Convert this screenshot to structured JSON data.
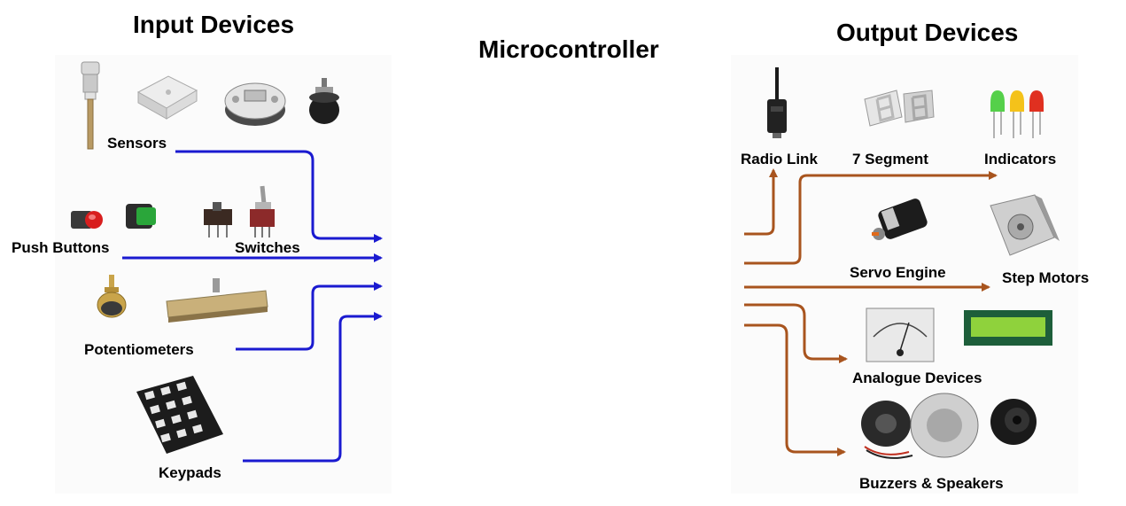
{
  "titles": {
    "input": "Input Devices",
    "micro": "Microcontroller",
    "output": "Output Devices"
  },
  "inputs": {
    "sensors": "Sensors",
    "push_buttons": "Push  Buttons",
    "switches": "Switches",
    "potentiometers": "Potentiometers",
    "keypads": "Keypads"
  },
  "outputs": {
    "radio_link": "Radio Link",
    "seven_segment": "7 Segment",
    "indicators": "Indicators",
    "servo_engine": "Servo Engine",
    "step_motors": "Step Motors",
    "analogue_devices": "Analogue  Devices",
    "buzzers_speakers": "Buzzers & Speakers"
  },
  "colors": {
    "input_arrow": "#1a1ad0",
    "output_arrow": "#a8541e"
  },
  "icons": {
    "input": [
      "rod-sensor-icon",
      "box-sensor-icon",
      "transmitter-sensor-icon",
      "encoder-sensor-icon",
      "red-push-button-icon",
      "green-push-button-icon",
      "slide-switch-icon",
      "toggle-switch-icon",
      "rotary-potentiometer-icon",
      "slide-potentiometer-icon",
      "keypad-icon"
    ],
    "output": [
      "radio-antenna-icon",
      "seven-segment-display-icon",
      "led-indicators-icon",
      "servo-motor-icon",
      "stepper-motor-icon",
      "analogue-meter-icon",
      "lcd-display-icon",
      "speaker-icon",
      "buzzer-icon"
    ]
  }
}
